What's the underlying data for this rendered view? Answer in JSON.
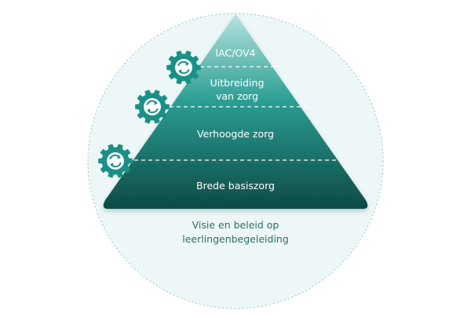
{
  "pyramid": {
    "levels": [
      {
        "label": "IAC/OV4"
      },
      {
        "label": "Uitbreiding",
        "label2": "van zorg"
      },
      {
        "label": "Verhoogde zorg"
      },
      {
        "label": "Brede basiszorg"
      }
    ]
  },
  "foundation": {
    "line1": "Visie en beleid op",
    "line2": "leerlingenbegeleiding"
  },
  "icons": {
    "gear": "gear-cycle-icon"
  },
  "colors": {
    "pyramid_top": "#b5e3de",
    "pyramid_mid": "#2a9d92",
    "pyramid_bottom": "#0e4a45",
    "gear": "#1a9087",
    "circle_fill": "#eef7f7",
    "circle_border": "#9fcfcc",
    "foundation_text": "#2b6f6a"
  }
}
